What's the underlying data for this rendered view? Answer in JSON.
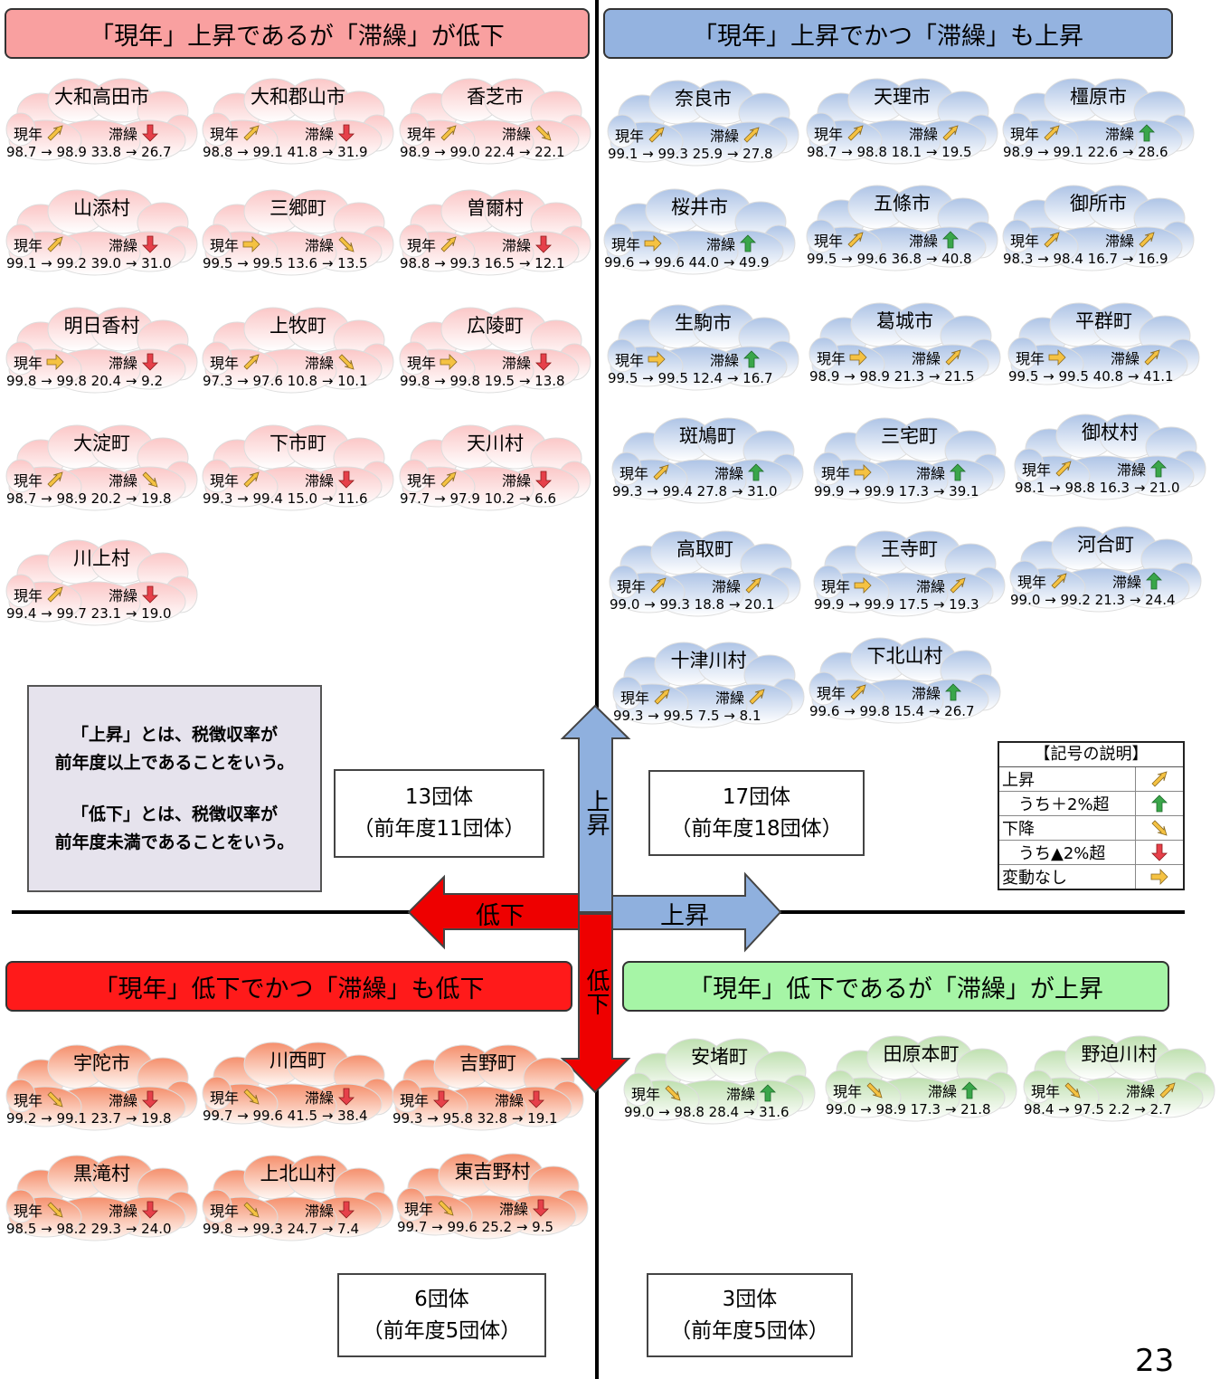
{
  "quadrants": {
    "top_left": {
      "title": "「現年」上昇であるが「滞繰」が低下",
      "count": "13団体",
      "prev": "（前年度11団体）",
      "color": "#f9a0a0"
    },
    "top_right": {
      "title": "「現年」上昇でかつ「滞繰」も上昇",
      "count": "17団体",
      "prev": "（前年度18団体）",
      "color": "#94b3e0"
    },
    "bottom_left": {
      "title": "「現年」低下でかつ「滞繰」も低下",
      "count": "6団体",
      "prev": "（前年度5団体）",
      "color": "#ff1a1a"
    },
    "bottom_right": {
      "title": "「現年」低下であるが「滞繰」が上昇",
      "count": "3団体",
      "prev": "（前年度5団体）",
      "color": "#a6f5a6"
    }
  },
  "labels": {
    "genen": "現年",
    "taiku": "滞繰"
  },
  "axes": {
    "up_v": "上昇",
    "down_v": "低下",
    "up_h": "上昇",
    "down_h": "低下"
  },
  "note": {
    "line1": "「上昇」とは、税徴収率が",
    "line2": "前年度以上であることをいう。",
    "line3": "「低下」とは、税徴収率が",
    "line4": "前年度未満であることをいう。"
  },
  "legend": {
    "header": "【記号の説明】",
    "rows": [
      {
        "label": "上昇",
        "icon": "up"
      },
      {
        "label": "　うち＋2%超",
        "icon": "bigup"
      },
      {
        "label": "下降",
        "icon": "down"
      },
      {
        "label": "　うち▲2%超",
        "icon": "bigdown"
      },
      {
        "label": "変動なし",
        "icon": "flat"
      }
    ]
  },
  "page_number": "23",
  "cities": [
    {
      "name": "大和高田市",
      "tone": "red",
      "g": "up",
      "t": "bigdown",
      "nums": "98.7 → 98.9  33.8 → 26.7"
    },
    {
      "name": "大和郡山市",
      "tone": "red",
      "g": "up",
      "t": "bigdown",
      "nums": "98.8 → 99.1  41.8 → 31.9"
    },
    {
      "name": "香芝市",
      "tone": "red",
      "g": "up",
      "t": "down",
      "nums": "98.9 → 99.0  22.4 → 22.1"
    },
    {
      "name": "山添村",
      "tone": "red",
      "g": "up",
      "t": "bigdown",
      "nums": "99.1 → 99.2  39.0 → 31.0"
    },
    {
      "name": "三郷町",
      "tone": "red",
      "g": "flat",
      "t": "down",
      "nums": "99.5 → 99.5  13.6 → 13.5"
    },
    {
      "name": "曽爾村",
      "tone": "red",
      "g": "up",
      "t": "bigdown",
      "nums": "98.8 → 99.3  16.5 → 12.1"
    },
    {
      "name": "明日香村",
      "tone": "red",
      "g": "flat",
      "t": "bigdown",
      "nums": "99.8 → 99.8  20.4 → 9.2"
    },
    {
      "name": "上牧町",
      "tone": "red",
      "g": "up",
      "t": "down",
      "nums": "97.3 → 97.6  10.8 → 10.1"
    },
    {
      "name": "広陵町",
      "tone": "red",
      "g": "flat",
      "t": "bigdown",
      "nums": "99.8 → 99.8  19.5 → 13.8"
    },
    {
      "name": "大淀町",
      "tone": "red",
      "g": "up",
      "t": "down",
      "nums": "98.7 → 98.9  20.2 → 19.8"
    },
    {
      "name": "下市町",
      "tone": "red",
      "g": "up",
      "t": "bigdown",
      "nums": "99.3 → 99.4  15.0 → 11.6"
    },
    {
      "name": "天川村",
      "tone": "red",
      "g": "up",
      "t": "bigdown",
      "nums": "97.7 → 97.9  10.2 → 6.6"
    },
    {
      "name": "川上村",
      "tone": "red",
      "g": "up",
      "t": "bigdown",
      "nums": "99.4 → 99.7  23.1 → 19.0"
    },
    {
      "name": "奈良市",
      "tone": "blue",
      "g": "up",
      "t": "up",
      "nums": "99.1 → 99.3  25.9 → 27.8"
    },
    {
      "name": "天理市",
      "tone": "blue",
      "g": "up",
      "t": "up",
      "nums": "98.7 → 98.8  18.1 → 19.5"
    },
    {
      "name": "橿原市",
      "tone": "blue",
      "g": "up",
      "t": "bigup",
      "nums": "98.9 → 99.1  22.6 → 28.6"
    },
    {
      "name": "桜井市",
      "tone": "blue",
      "g": "flat",
      "t": "bigup",
      "nums": "99.6 → 99.6  44.0 → 49.9"
    },
    {
      "name": "五條市",
      "tone": "blue",
      "g": "up",
      "t": "bigup",
      "nums": "99.5 → 99.6  36.8 → 40.8"
    },
    {
      "name": "御所市",
      "tone": "blue",
      "g": "up",
      "t": "up",
      "nums": "98.3 → 98.4  16.7 → 16.9"
    },
    {
      "name": "生駒市",
      "tone": "blue",
      "g": "flat",
      "t": "bigup",
      "nums": "99.5 → 99.5  12.4 → 16.7"
    },
    {
      "name": "葛城市",
      "tone": "blue",
      "g": "flat",
      "t": "up",
      "nums": "98.9 → 98.9  21.3 → 21.5"
    },
    {
      "name": "平群町",
      "tone": "blue",
      "g": "flat",
      "t": "up",
      "nums": "99.5 → 99.5  40.8 → 41.1"
    },
    {
      "name": "斑鳩町",
      "tone": "blue",
      "g": "up",
      "t": "bigup",
      "nums": "99.3 → 99.4  27.8 → 31.0"
    },
    {
      "name": "三宅町",
      "tone": "blue",
      "g": "flat",
      "t": "bigup",
      "nums": "99.9 → 99.9  17.3 → 39.1"
    },
    {
      "name": "御杖村",
      "tone": "blue",
      "g": "up",
      "t": "bigup",
      "nums": "98.1 → 98.8  16.3 → 21.0"
    },
    {
      "name": "高取町",
      "tone": "blue",
      "g": "up",
      "t": "up",
      "nums": "99.0 → 99.3  18.8 → 20.1"
    },
    {
      "name": "王寺町",
      "tone": "blue",
      "g": "flat",
      "t": "up",
      "nums": "99.9 → 99.9  17.5 → 19.3"
    },
    {
      "name": "河合町",
      "tone": "blue",
      "g": "up",
      "t": "bigup",
      "nums": "99.0 → 99.2  21.3 → 24.4"
    },
    {
      "name": "十津川村",
      "tone": "blue",
      "g": "up",
      "t": "up",
      "nums": "99.3 → 99.5   7.5 → 8.1"
    },
    {
      "name": "下北山村",
      "tone": "blue",
      "g": "up",
      "t": "bigup",
      "nums": "99.6 → 99.8  15.4 → 26.7"
    },
    {
      "name": "宇陀市",
      "tone": "orange",
      "g": "down",
      "t": "bigdown",
      "nums": "99.2 → 99.1  23.7 → 19.8"
    },
    {
      "name": "川西町",
      "tone": "orange",
      "g": "down",
      "t": "bigdown",
      "nums": "99.7 → 99.6  41.5 → 38.4"
    },
    {
      "name": "吉野町",
      "tone": "orange",
      "g": "bigdown",
      "t": "bigdown",
      "nums": "99.3 → 95.8  32.8 → 19.1"
    },
    {
      "name": "黒滝村",
      "tone": "orange",
      "g": "down",
      "t": "bigdown",
      "nums": "98.5 → 98.2  29.3 → 24.0"
    },
    {
      "name": "上北山村",
      "tone": "orange",
      "g": "down",
      "t": "bigdown",
      "nums": "99.8 → 99.3  24.7 → 7.4"
    },
    {
      "name": "東吉野村",
      "tone": "orange",
      "g": "down",
      "t": "bigdown",
      "nums": "99.7 → 99.6  25.2 → 9.5"
    },
    {
      "name": "安堵町",
      "tone": "green",
      "g": "down",
      "t": "bigup",
      "nums": "99.0 → 98.8  28.4 → 31.6"
    },
    {
      "name": "田原本町",
      "tone": "green",
      "g": "down",
      "t": "bigup",
      "nums": "99.0 → 98.9  17.3 → 21.8"
    },
    {
      "name": "野迫川村",
      "tone": "green",
      "g": "down",
      "t": "up",
      "nums": "98.4 → 97.5   2.2 → 2.7"
    }
  ],
  "colors": {
    "arrow_up_fill": "#8fb0de",
    "arrow_down_fill": "#ee0000",
    "note_bg": "#e6e3ed"
  }
}
